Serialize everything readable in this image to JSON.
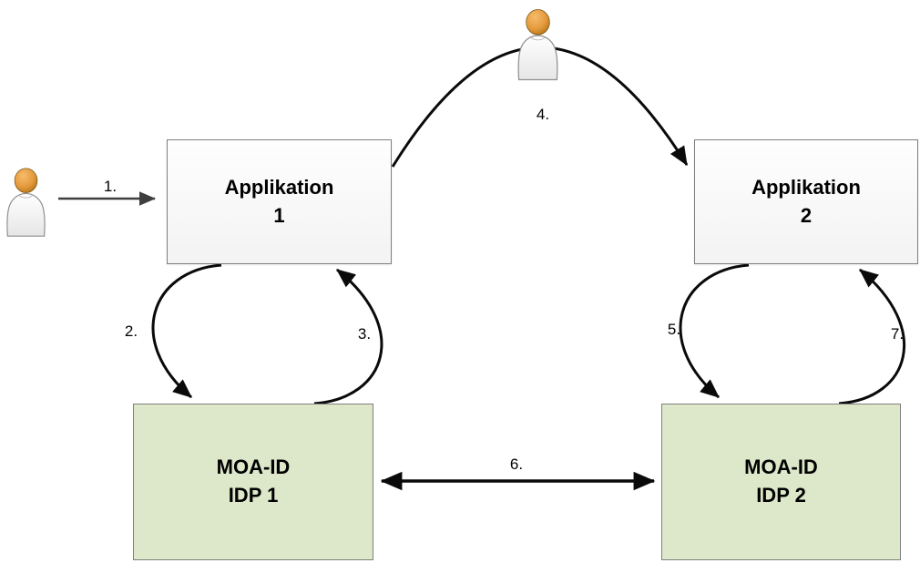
{
  "boxes": {
    "app1": {
      "line1": "Applikation",
      "line2": "1"
    },
    "app2": {
      "line1": "Applikation",
      "line2": "2"
    },
    "idp1": {
      "line1": "MOA-ID",
      "line2": "IDP 1"
    },
    "idp2": {
      "line1": "MOA-ID",
      "line2": "IDP 2"
    }
  },
  "arrows": {
    "a1": {
      "label": "1."
    },
    "a2": {
      "label": "2."
    },
    "a3": {
      "label": "3."
    },
    "a4": {
      "label": "4."
    },
    "a5": {
      "label": "5."
    },
    "a6": {
      "label": "6."
    },
    "a7": {
      "label": "7."
    }
  },
  "icons": {
    "person_top": "person-icon",
    "person_left": "person-icon"
  },
  "colors": {
    "background": "#ffffff",
    "app_box_fill": "#f3f3f3",
    "idp_box_fill": "#dde7c9",
    "box_border": "#7f7f7f",
    "arrow_black": "#0a0a0a",
    "arrow_gray": "#3f3f3f",
    "text": "#000000"
  }
}
